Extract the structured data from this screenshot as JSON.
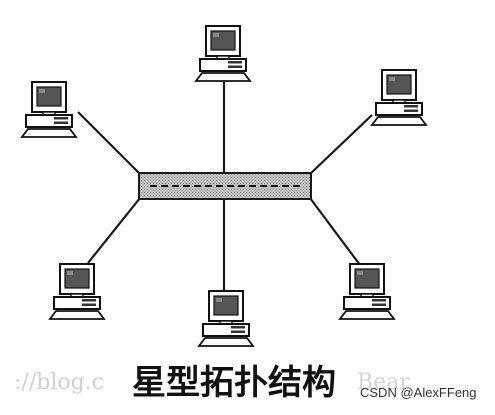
{
  "caption": "星型拓扑结构",
  "watermark": {
    "url_text": "://blog.c",
    "right_text": "Bear"
  },
  "credit": "CSDN @AlexFFeng",
  "diagram": {
    "hub_label": "",
    "nodes": [
      {
        "id": "pc-top"
      },
      {
        "id": "pc-upper-left"
      },
      {
        "id": "pc-upper-right"
      },
      {
        "id": "pc-lower-left"
      },
      {
        "id": "pc-bottom"
      },
      {
        "id": "pc-lower-right"
      }
    ]
  },
  "colors": {
    "line": "#1a1a1a",
    "hub_fill": "#b8b8b8",
    "screen": "#5a5a5a",
    "monitor_body": "#ffffff"
  }
}
